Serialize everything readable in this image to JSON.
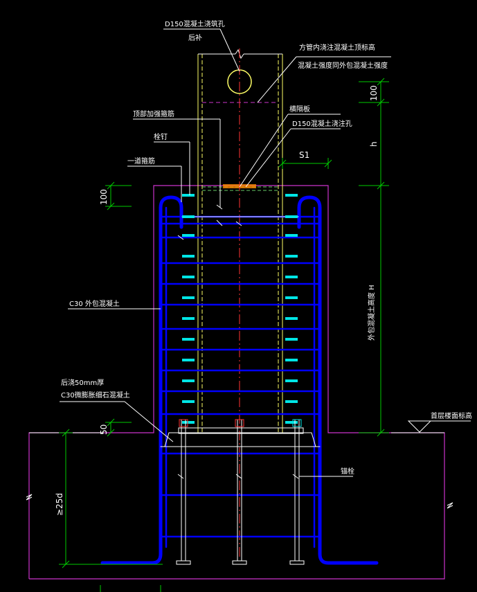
{
  "colors": {
    "background": "#000000",
    "rebar": "#0000ff",
    "stud": "#00e5e5",
    "steel_tube": "#ffff66",
    "dimension": "#00cc00",
    "foundation": "#cc33cc",
    "centerline": "#ff3333",
    "text": "#ffffff"
  },
  "labels": {
    "hole_top": "D150混凝土浇筑孔",
    "hole_top_sub": "后补",
    "tube_concrete_1": "方管内浇注混凝土顶标高",
    "tube_concrete_2": "混凝土强度同外包混凝土强度",
    "top_stirrup": "顶部加强箍筋",
    "stud": "栓钉",
    "first_stirrup": "一道箍筋",
    "diaphragm": "横隔板",
    "hole_pour": "D150混凝土浇注孔",
    "outer_concrete": "C30 外包混凝土",
    "grout_1": "后浇50mm厚",
    "grout_2": "C30微膨胀细石混凝土",
    "anchor": "锚栓",
    "floor_level": "首层楼面标高",
    "height_H": "外包混凝土高度 H"
  },
  "dimensions": {
    "d100_top": "100",
    "h": "h",
    "s1": "S1",
    "d100_left": "100",
    "d50": "50",
    "anchor_len": "≥25d"
  }
}
